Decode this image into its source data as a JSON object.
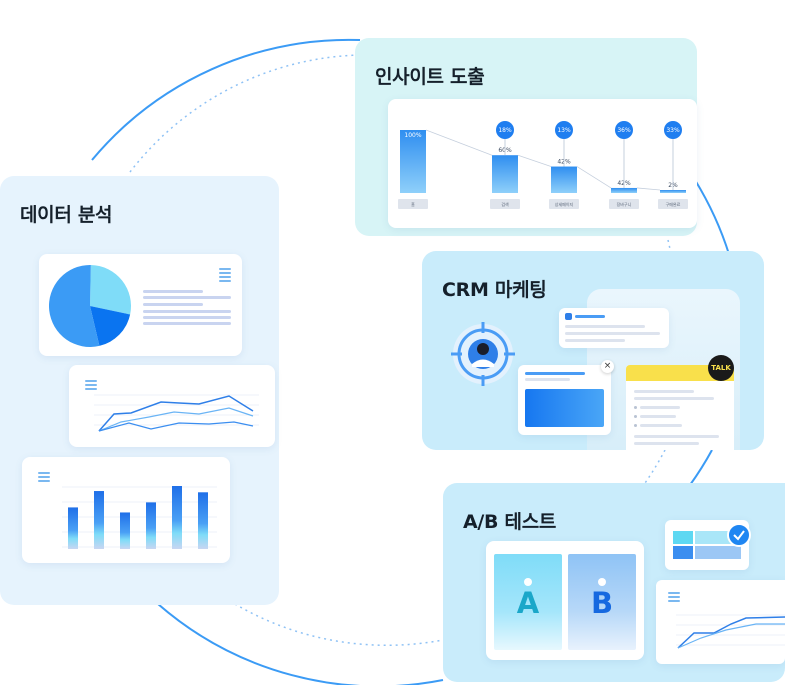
{
  "sections": {
    "insight": {
      "title": "인사이트 도출"
    },
    "analysis": {
      "title": "데이터 분석"
    },
    "crm": {
      "title": "CRM 마케팅",
      "badge": "TALK"
    },
    "ab": {
      "title": "A/B 테스트",
      "variant_a": "A",
      "variant_b": "B"
    }
  },
  "funnel": {
    "steps": [
      {
        "label": "홈",
        "value": 100,
        "value_label": "100%",
        "drop_label": ""
      },
      {
        "label": "검색",
        "value": 60,
        "value_label": "60%",
        "drop_label": "18%"
      },
      {
        "label": "상세페이지",
        "value": 42,
        "value_label": "42%",
        "drop_label": "13%"
      },
      {
        "label": "장바구니",
        "value": 8,
        "value_label": "42%",
        "drop_label": "36%"
      },
      {
        "label": "구매완료",
        "value": 4,
        "value_label": "2%",
        "drop_label": "33%"
      }
    ]
  },
  "analysis_pie": {
    "slices": [
      {
        "value": 0.28,
        "color": "#7fdcf8"
      },
      {
        "value": 0.18,
        "color": "#0a74f0"
      },
      {
        "value": 0.54,
        "color": "#3b9bf5"
      }
    ]
  },
  "analysis_bars": {
    "values": [
      0.66,
      0.92,
      0.58,
      0.74,
      1.0,
      0.9
    ]
  },
  "colors": {
    "accent": "#1f86f2",
    "cyan": "#7fdcf8",
    "kakao": "#f9e04b"
  },
  "icons": {
    "close": "close-icon",
    "check": "check-icon",
    "target": "target-user-icon",
    "chat": "chat-icon"
  }
}
